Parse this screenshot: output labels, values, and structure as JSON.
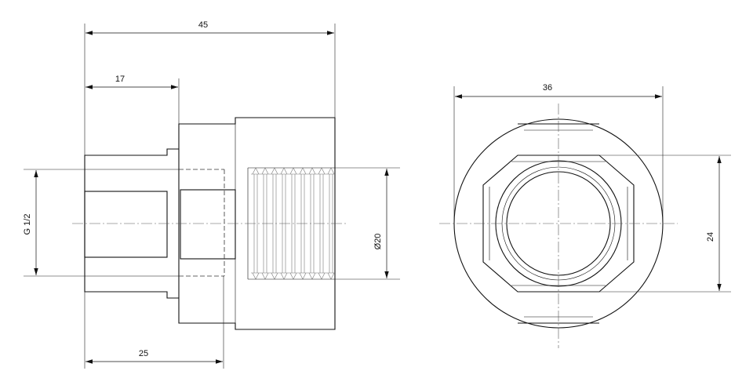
{
  "drawing": {
    "side_view": {
      "dimensions": {
        "overall_length": "45",
        "hex_length": "17",
        "thread_length": "25",
        "outer_thread": "G 1/2",
        "inner_diameter": "Ø20"
      }
    },
    "end_view": {
      "dimensions": {
        "outer_diameter": "36",
        "width_across_flats": "24"
      }
    }
  }
}
